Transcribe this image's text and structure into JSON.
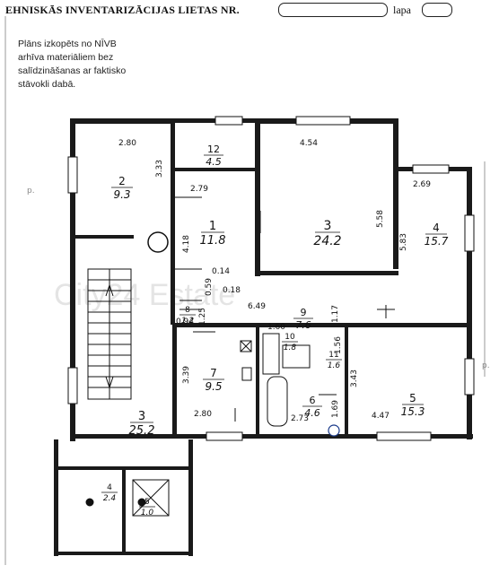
{
  "header": {
    "title": "EHNISKĀS INVENTARIZĀCIJAS LIETAS NR.",
    "page_label": "lapa"
  },
  "note": {
    "lines": [
      "Plāns izkopēts no NĪVB",
      "arhīva materiāliem bez",
      "salīdzināšanas ar faktisko",
      "stāvokli dabā."
    ]
  },
  "watermark": "City24 Estate",
  "rooms": [
    {
      "id": "1",
      "area": "11.8"
    },
    {
      "id": "2",
      "area": "9.3"
    },
    {
      "id": "3",
      "area": "24.2"
    },
    {
      "id": "4",
      "area": "15.7"
    },
    {
      "id": "5",
      "area": "15.3"
    },
    {
      "id": "6",
      "area": "4.6"
    },
    {
      "id": "7",
      "area": "9.5"
    },
    {
      "id": "8",
      "area": "1.2"
    },
    {
      "id": "9",
      "area": "7.6"
    },
    {
      "id": "10",
      "area": "1.8"
    },
    {
      "id": "11",
      "area": "1.6"
    },
    {
      "id": "12",
      "area": "4.5"
    },
    {
      "id": "3",
      "area": "25.2"
    },
    {
      "id": "4",
      "area": "2.4"
    },
    {
      "id": "5",
      "area": "1.0"
    }
  ],
  "dimensions": [
    "2.80",
    "3.33",
    "4.54",
    "2.79",
    "2.69",
    "4.18",
    "5.58",
    "5.83",
    "0.14",
    "0.59",
    "0.18",
    "6.49",
    "1.17",
    "0.94",
    "1.25",
    "1.60",
    "3.39",
    "2.80",
    "1.56",
    "3.43",
    "1.69",
    "2.73",
    "4.47"
  ]
}
